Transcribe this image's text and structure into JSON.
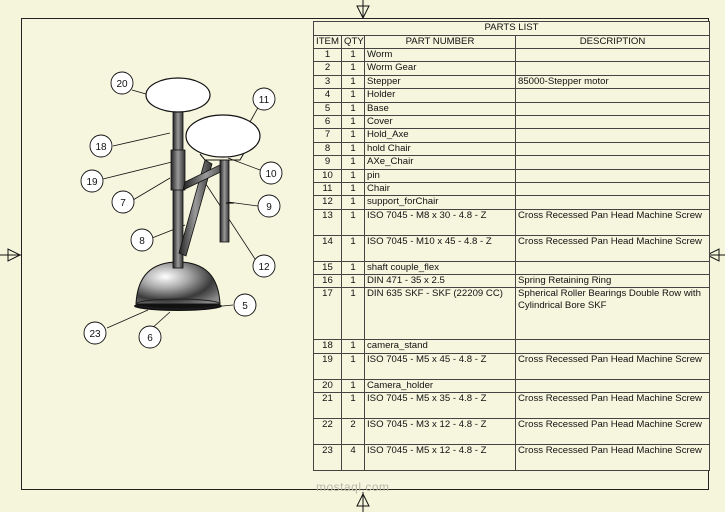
{
  "parts_list": {
    "title": "PARTS LIST",
    "headers": {
      "item": "ITEM",
      "qty": "QTY",
      "part": "PART NUMBER",
      "desc": "DESCRIPTION"
    },
    "rows": [
      {
        "item": "1",
        "qty": "1",
        "part": "Worm",
        "desc": ""
      },
      {
        "item": "2",
        "qty": "1",
        "part": "Worm Gear",
        "desc": ""
      },
      {
        "item": "3",
        "qty": "1",
        "part": "Stepper",
        "desc": "85000-Stepper motor"
      },
      {
        "item": "4",
        "qty": "1",
        "part": "Holder",
        "desc": ""
      },
      {
        "item": "5",
        "qty": "1",
        "part": "Base",
        "desc": ""
      },
      {
        "item": "6",
        "qty": "1",
        "part": "Cover",
        "desc": ""
      },
      {
        "item": "7",
        "qty": "1",
        "part": "Hold_Axe",
        "desc": ""
      },
      {
        "item": "8",
        "qty": "1",
        "part": "hold Chair",
        "desc": ""
      },
      {
        "item": "9",
        "qty": "1",
        "part": "AXe_Chair",
        "desc": ""
      },
      {
        "item": "10",
        "qty": "1",
        "part": "pin",
        "desc": ""
      },
      {
        "item": "11",
        "qty": "1",
        "part": "Chair",
        "desc": ""
      },
      {
        "item": "12",
        "qty": "1",
        "part": "support_forChair",
        "desc": ""
      },
      {
        "item": "13",
        "qty": "1",
        "part": "ISO 7045 - M8 x 30 - 4.8 - Z",
        "desc": "Cross Recessed Pan Head Machine Screw"
      },
      {
        "item": "14",
        "qty": "1",
        "part": "ISO 7045 - M10 x 45 - 4.8 - Z",
        "desc": "Cross Recessed Pan Head Machine Screw"
      },
      {
        "item": "15",
        "qty": "1",
        "part": "shaft couple_flex",
        "desc": ""
      },
      {
        "item": "16",
        "qty": "1",
        "part": "DIN 471 - 35 x 2.5",
        "desc": "Spring Retaining Ring"
      },
      {
        "item": "17",
        "qty": "1",
        "part": "DIN 635 SKF - SKF (22209 CC)",
        "desc": "Spherical Roller Bearings Double Row with Cylindrical Bore SKF"
      },
      {
        "item": "18",
        "qty": "1",
        "part": "camera_stand",
        "desc": ""
      },
      {
        "item": "19",
        "qty": "1",
        "part": "ISO 7045 - M5 x 45 - 4.8 - Z",
        "desc": "Cross Recessed Pan Head Machine Screw"
      },
      {
        "item": "20",
        "qty": "1",
        "part": "Camera_holder",
        "desc": ""
      },
      {
        "item": "21",
        "qty": "1",
        "part": "ISO 7045 - M5 x 35 - 4.8 - Z",
        "desc": "Cross Recessed Pan Head Machine Screw"
      },
      {
        "item": "22",
        "qty": "2",
        "part": "ISO 7045 - M3 x 12 - 4.8 - Z",
        "desc": "Cross Recessed Pan Head Machine Screw"
      },
      {
        "item": "23",
        "qty": "4",
        "part": "ISO 7045 - M5 x 12 - 4.8 - Z",
        "desc": "Cross Recessed Pan Head Machine Screw"
      }
    ]
  },
  "balloons": [
    "20",
    "11",
    "18",
    "10",
    "19",
    "9",
    "7",
    "8",
    "12",
    "5",
    "23",
    "6"
  ],
  "watermark": "mostaql.com"
}
